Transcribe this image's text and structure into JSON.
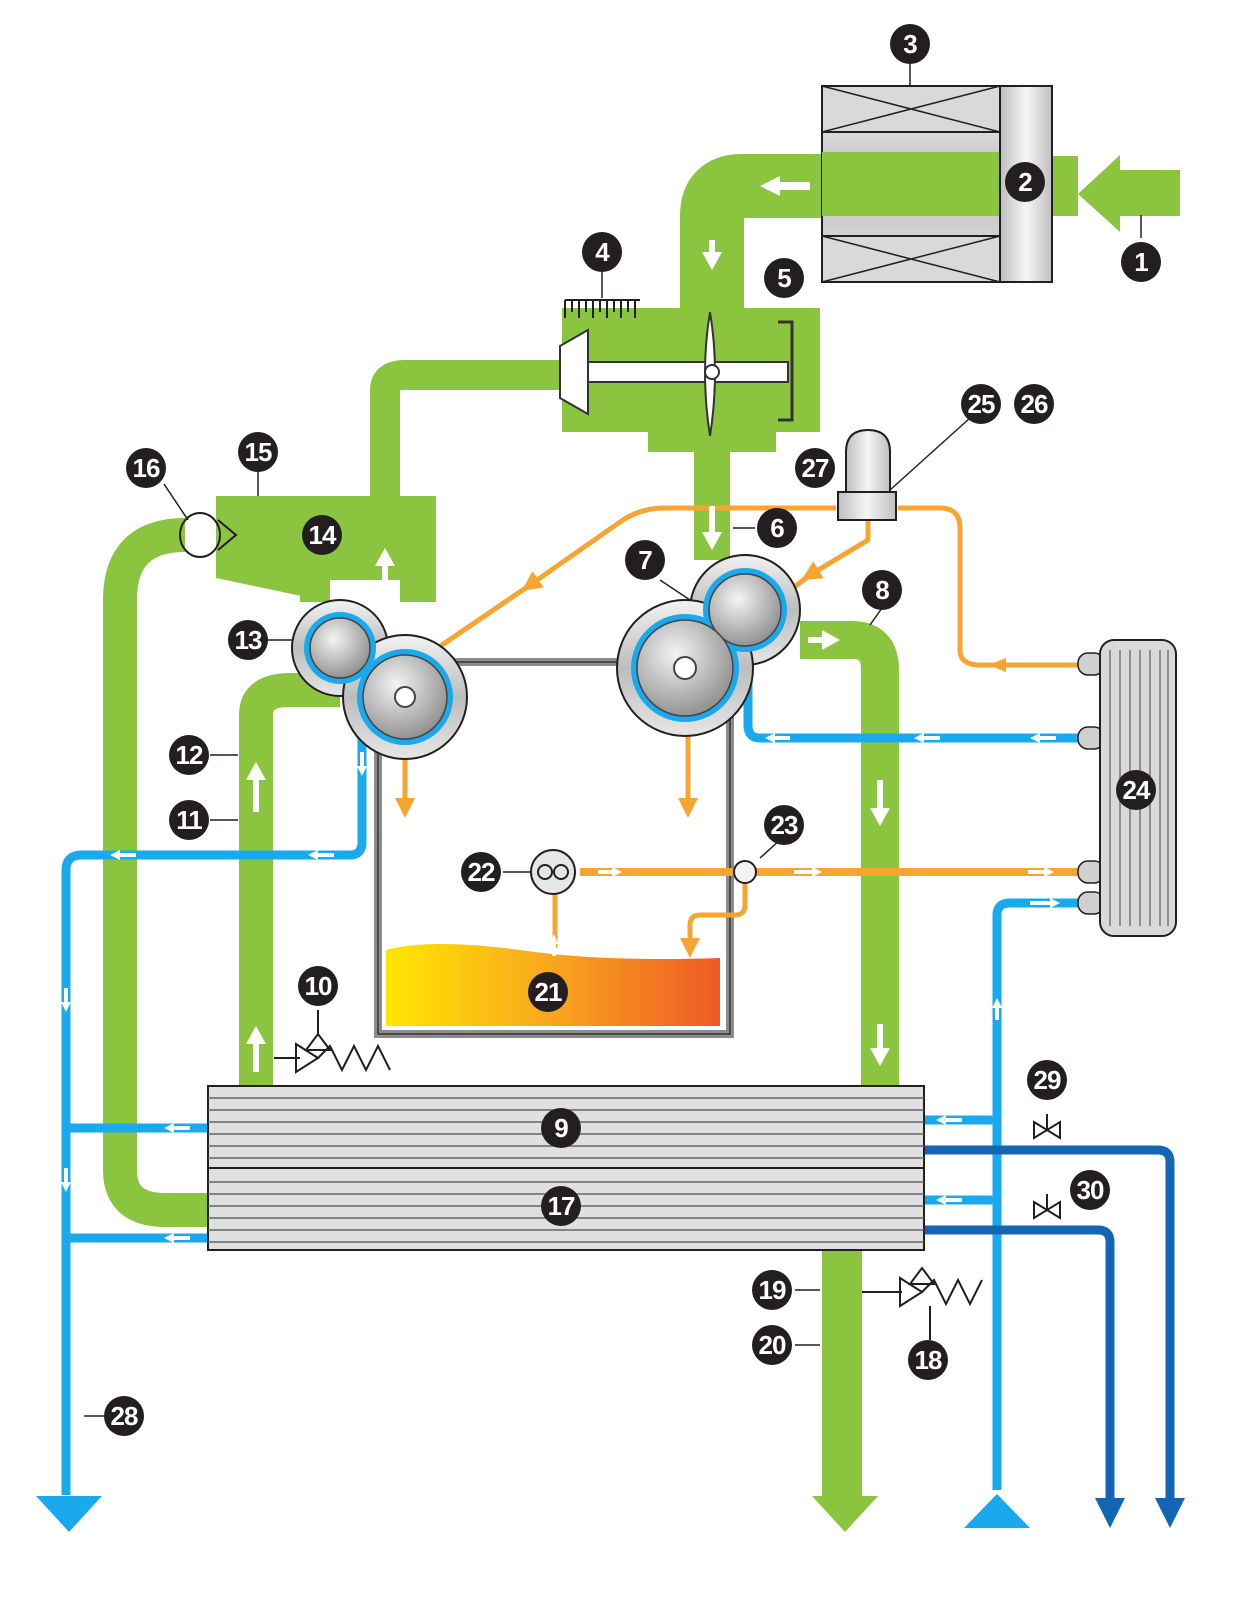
{
  "colors": {
    "air": "#8bc53f",
    "coolant": "#1aa9ec",
    "coolant_dark": "#1266b3",
    "oil": "#f7a531",
    "marker": "#231f20"
  },
  "callouts": [
    "1",
    "2",
    "3",
    "4",
    "5",
    "6",
    "7",
    "8",
    "9",
    "10",
    "11",
    "12",
    "13",
    "14",
    "15",
    "16",
    "17",
    "18",
    "19",
    "20",
    "21",
    "22",
    "23",
    "24",
    "25",
    "26",
    "27",
    "28",
    "29",
    "30"
  ]
}
